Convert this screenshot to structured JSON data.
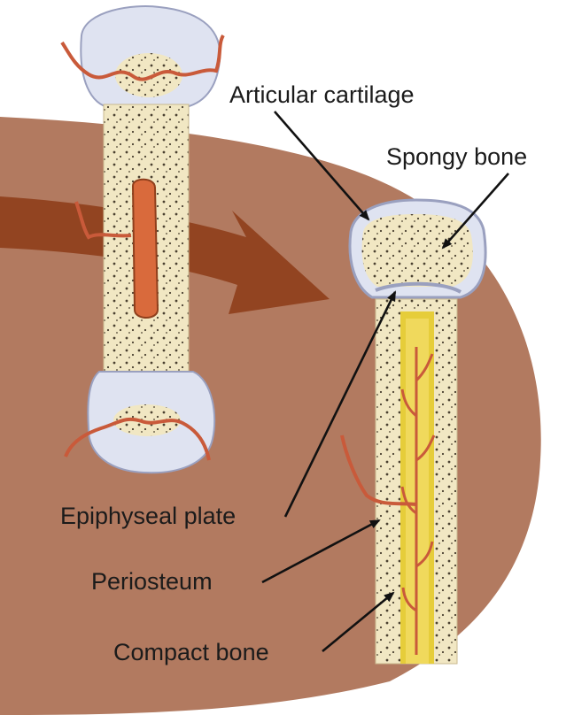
{
  "labels": {
    "articular_cartilage": "Articular cartilage",
    "spongy_bone": "Spongy bone",
    "epiphyseal_plate": "Epiphyseal plate",
    "periosteum": "Periosteum",
    "compact_bone": "Compact bone"
  },
  "colors": {
    "background_disc": "#b27a60",
    "arrow": "#8f3f1c",
    "cartilage": "#dfe3f1",
    "cartilage_edge": "#9aa0bf",
    "bone": "#f1e7c3",
    "marrow": "#e6cd3a",
    "vessel": "#c95a3a",
    "leader": "#111111"
  }
}
